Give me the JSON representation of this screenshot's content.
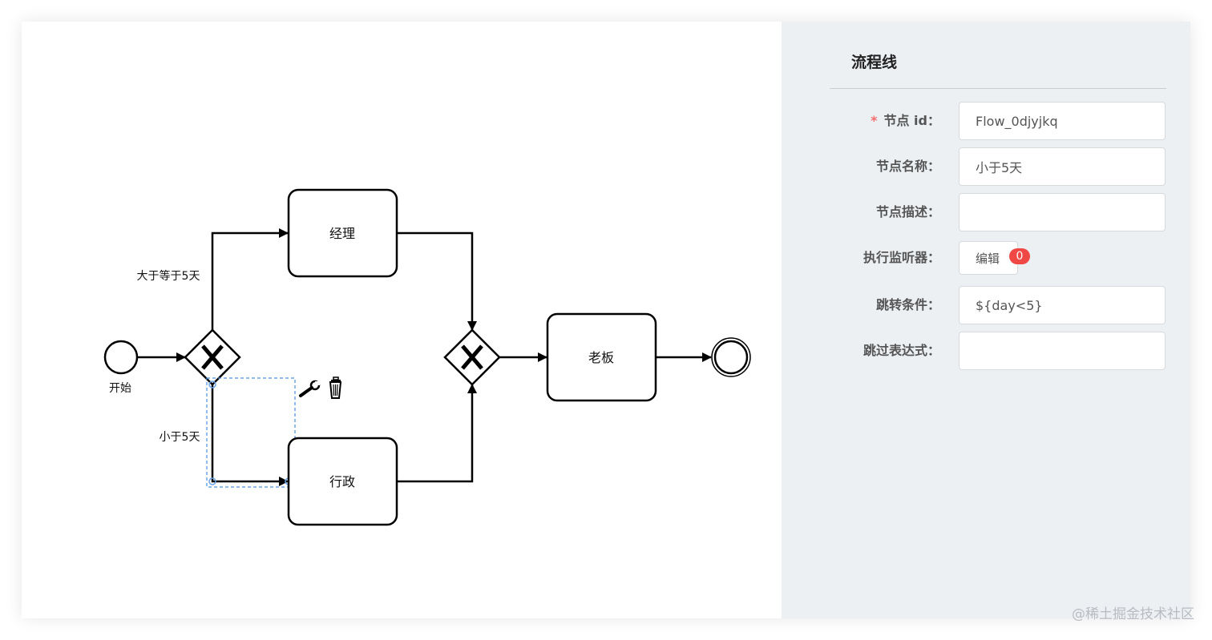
{
  "diagram": {
    "start_label": "开始",
    "task_manager_label": "经理",
    "task_admin_label": "行政",
    "task_boss_label": "老板",
    "flow_gte5_label": "大于等于5天",
    "flow_lt5_label": "小于5天"
  },
  "panel": {
    "title": "流程线",
    "fields": {
      "node_id": {
        "label": "节点 id：",
        "required_mark": "*",
        "value": "Flow_0djyjkq"
      },
      "node_name": {
        "label": "节点名称：",
        "value": "小于5天"
      },
      "node_desc": {
        "label": "节点描述：",
        "value": ""
      },
      "exec_listener": {
        "label": "执行监听器：",
        "button_label": "编辑",
        "count": "0"
      },
      "condition": {
        "label": "跳转条件：",
        "value": "${day<5}"
      },
      "skip_expr": {
        "label": "跳过表达式：",
        "value": ""
      }
    }
  },
  "watermark": "@稀土掘金技术社区",
  "colors": {
    "panel_bg": "#edf0f3",
    "selection": "#4a90e2",
    "badge": "#f04844",
    "required": "#f56c6c"
  }
}
